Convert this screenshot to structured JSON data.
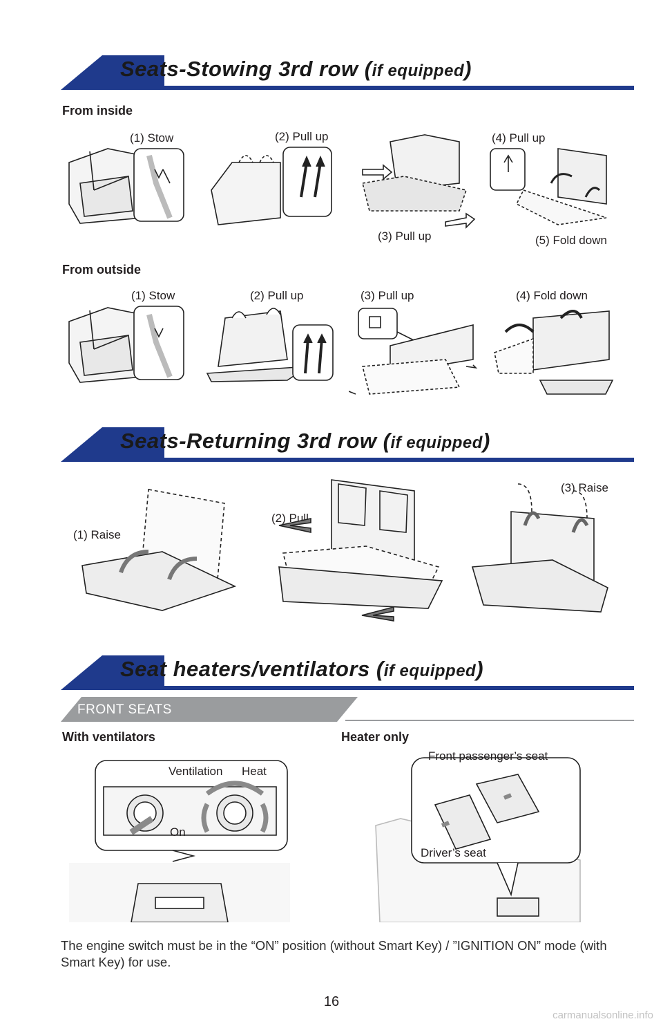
{
  "sections": {
    "stowing": {
      "title": "Seats-Stowing 3rd row (",
      "title_small": "if equipped",
      "title_end": ")"
    },
    "returning": {
      "title": "Seats-Returning 3rd row (",
      "title_small": "if equipped",
      "title_end": ")"
    },
    "heaters": {
      "title": "Seat heaters/ventilators (",
      "title_small": "if equipped",
      "title_end": ")"
    }
  },
  "stowing": {
    "from_inside": "From inside",
    "from_outside": "From outside",
    "inside_steps": [
      "(1) Stow",
      "(2) Pull up",
      "(3) Pull up",
      "(4) Pull up",
      "(5) Fold down"
    ],
    "outside_steps": [
      "(1) Stow",
      "(2) Pull up",
      "(3) Pull up",
      "(4) Fold down"
    ]
  },
  "returning": {
    "steps": [
      "(1) Raise",
      "(2) Pull",
      "(3) Raise"
    ]
  },
  "heaters": {
    "band": "FRONT SEATS",
    "with_ventilators": "With ventilators",
    "heater_only": "Heater only",
    "ventilation": "Ventilation",
    "heat": "Heat",
    "on": "On",
    "front_passenger_seat": "Front passenger’s seat",
    "drivers_seat": "Driver’s seat",
    "note": "The engine switch must be in the “ON” position (without Smart Key) / ”IGNITION ON” mode (with Smart Key) for use."
  },
  "page_number": "16",
  "watermark": "carmanualsonline.info",
  "colors": {
    "accent": "#1f3a8c",
    "band": "#9a9c9e"
  }
}
